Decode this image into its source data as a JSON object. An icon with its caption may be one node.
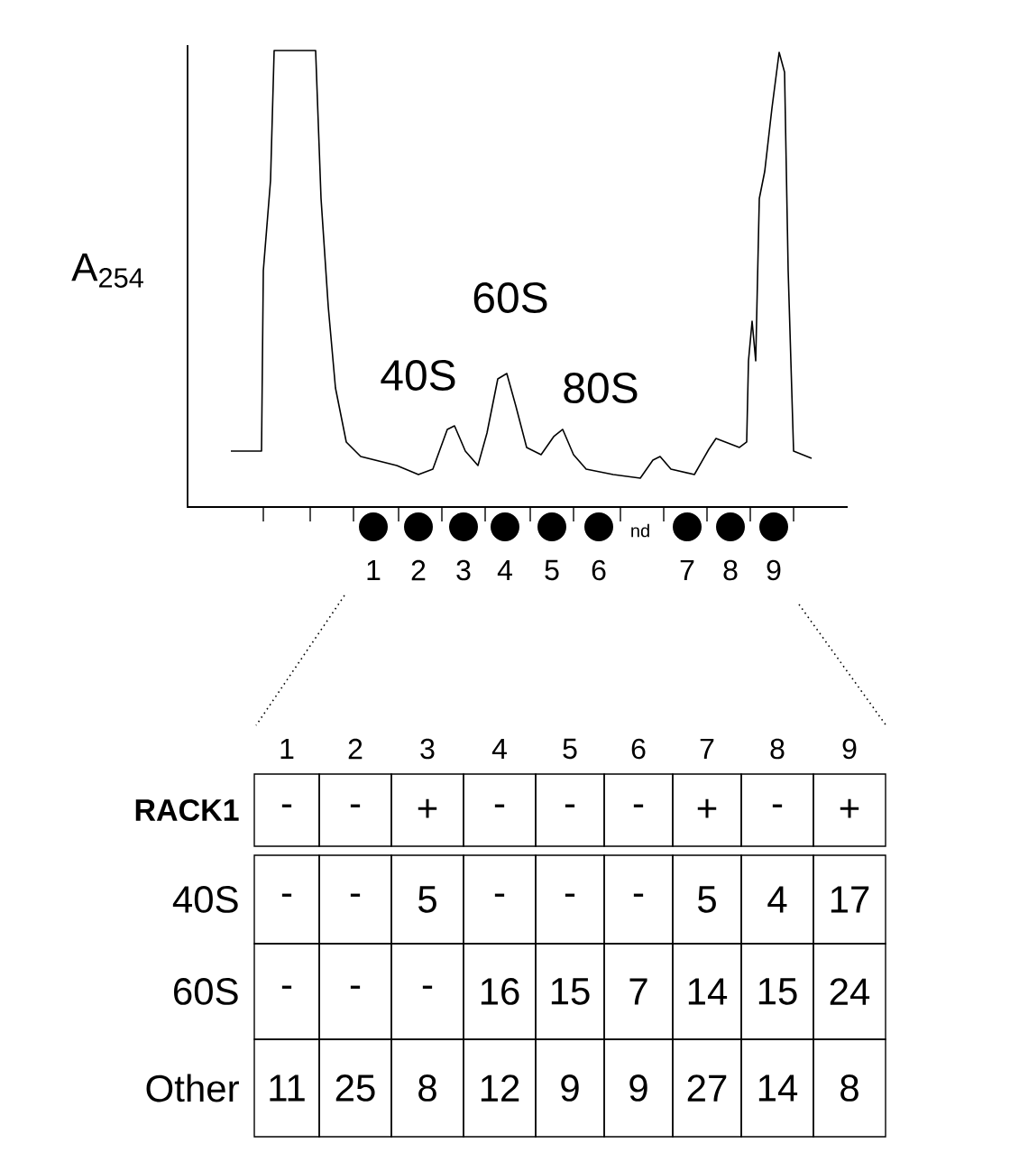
{
  "diagram": {
    "labels": [
      "A$_{254}$",
      "60S",
      "40S",
      "80S",
      "nd",
      "1",
      "2",
      "3",
      "4",
      "5",
      "6",
      "7",
      "8",
      "9",
      "1",
      "2",
      "3",
      "4",
      "5",
      "6",
      "7",
      "8",
      "9",
      "RACK1",
      "-",
      "-",
      "+",
      "-",
      "-",
      "-",
      "+",
      "-",
      "+",
      "40S",
      "-",
      "-",
      "5",
      "-",
      "-",
      "-",
      "5",
      "4",
      "17",
      "60S",
      "-",
      "-",
      "-",
      "16",
      "15",
      "7",
      "14",
      "15",
      "24",
      "Other",
      "11",
      "25",
      "8",
      "12",
      "9",
      "9",
      "27",
      "14",
      "8"
    ]
  }
}
